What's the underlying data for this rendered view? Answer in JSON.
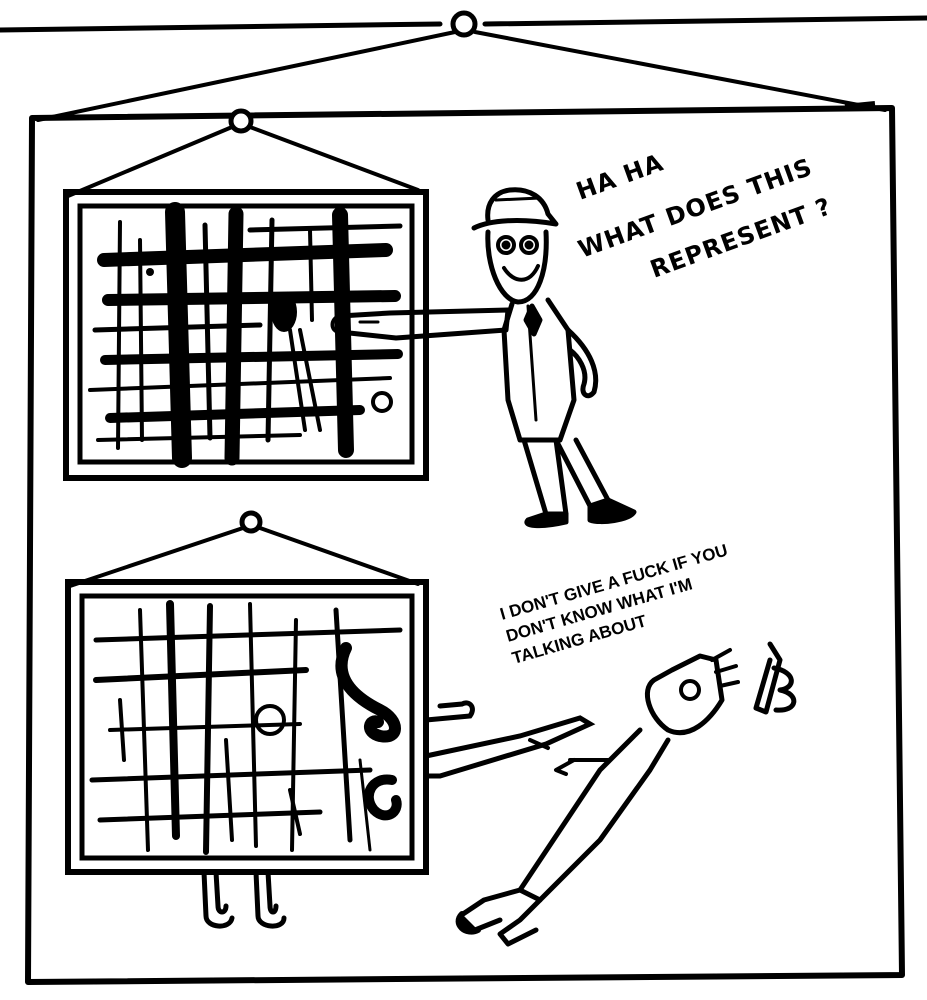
{
  "comic": {
    "speech_bubble_top": {
      "line1": "HA HA",
      "line2": "WHAT DOES THIS",
      "line3": "REPRESENT ?"
    },
    "caption_bottom": {
      "line1": "I DON'T GIVE A FUCK IF YOU",
      "line2": "DON'T KNOW WHAT I'M",
      "line3": "TALKING ABOUT"
    }
  },
  "colors": {
    "ink": "#000000",
    "paper": "#ffffff"
  }
}
